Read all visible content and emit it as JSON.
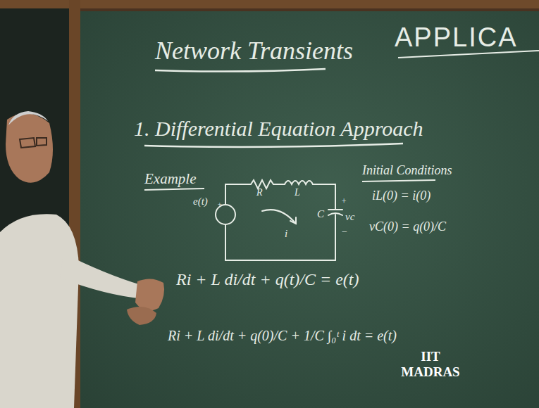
{
  "diagram": {
    "title": "Network Transients",
    "labels": [
      "APPLICA",
      "1. Differential Equation Approach",
      "Example",
      "e(t)",
      "+",
      "R",
      "L",
      "i",
      "C",
      "+",
      "vc",
      "−",
      "Initial Conditions",
      "iL(0) = i(0)",
      "vC(0) = q(0)/C",
      "Ri + L di/dt + q(t)/C = e(t)",
      "Ri + L di/dt + q(0)/C + 1/C ∫₀ᵗ i dt = e(t)",
      "IIT MADRAS"
    ]
  }
}
